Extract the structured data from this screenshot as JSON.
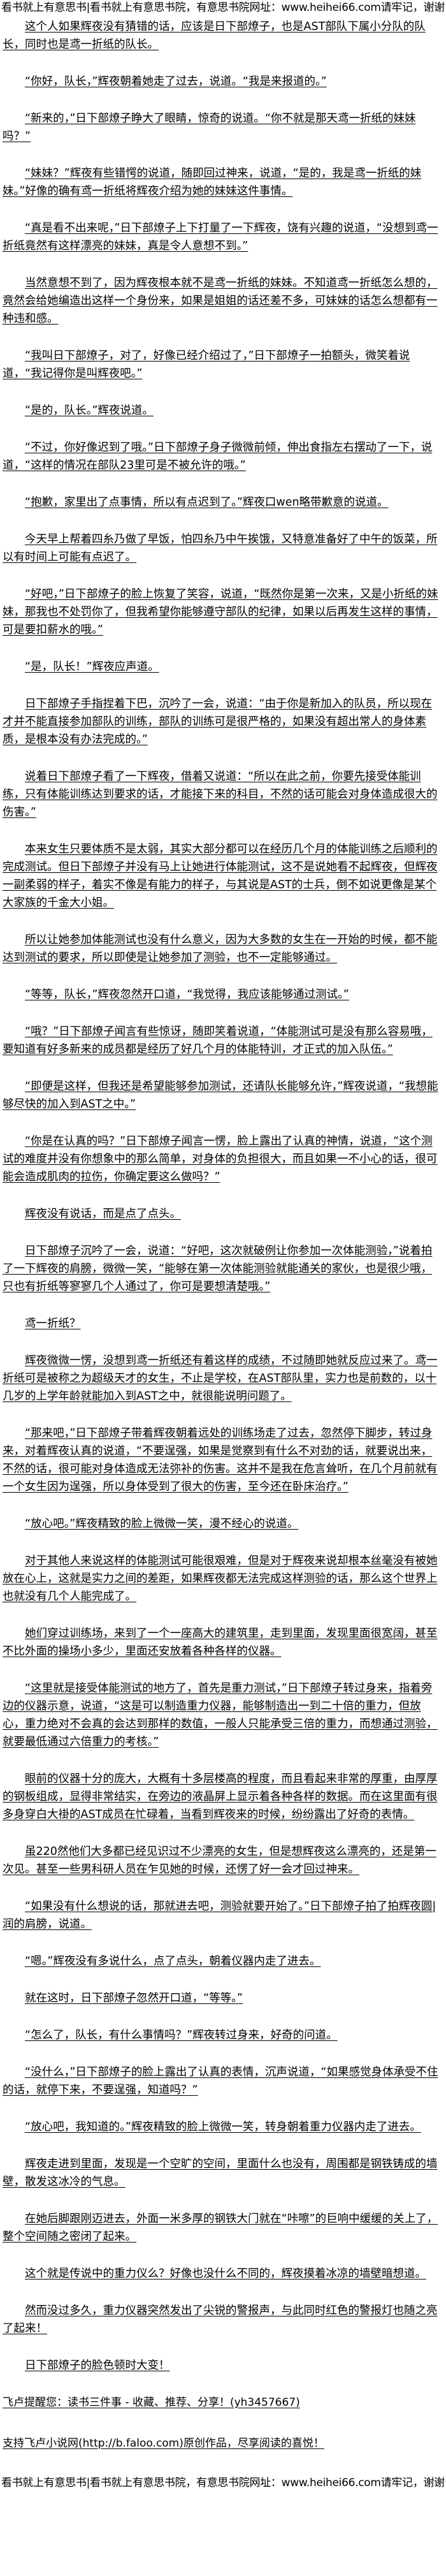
{
  "site_banner": "看书就上有意思书|看书就上有意思书院，有意思书院网址：www.heihei66.com请牢记，谢谢",
  "paragraphs": [
    "这个人如果辉夜没有猜错的话，应该是日下部燎子，也是AST部队下属小分队的队长，同时也是鸢一折纸的队长。",
    "“你好，队长，”辉夜朝着她走了过去，说道。“我是来报道的。”",
    "“新来的，”日下部燎子睁大了眼睛，惊奇的说道。“你不就是那天鸢一折纸的妹妹吗？”",
    "“妹妹？”辉夜有些错愕的说道，随即回过神来，说道，“是的，我是鸢一折纸的妹妹。”好像的确有鸢一折纸将辉夜介绍为她的妹妹这件事情。",
    "“真是看不出来呢，”日下部燎子上下打量了一下辉夜，饶有兴趣的说道，“没想到鸢一折纸竟然有这样漂亮的妹妹，真是令人意想不到。”",
    "当然意想不到了，因为辉夜根本就不是鸢一折纸的妹妹。不知道鸢一折纸怎么想的，竟然会给她编造出这样一个身份来，如果是姐姐的话还差不多，可妹妹的话怎么想都有一种违和感。",
    "“我叫日下部燎子，对了，好像已经介绍过了，”日下部燎子一拍额头，微笑着说道，“我记得你是叫辉夜吧。”",
    "“是的，队长。”辉夜说道。",
    "“不过，你好像迟到了哦。”日下部燎子身子微微前倾，伸出食指左右摆动了一下，说道，“这样的情况在部队23里可是不被允许的哦。”",
    "“抱歉，家里出了点事情，所以有点迟到了。”辉夜口wen略带歉意的说道。",
    "今天早上帮着四糸乃做了早饭，怕四糸乃中午挨饿，又特意准备好了中午的饭菜，所以有时间上可能有点迟了。",
    "“好吧，”日下部燎子的脸上恢复了笑容，说道，“既然你是第一次来，又是小折纸的妹妹，那我也不处罚你了，但我希望你能够遵守部队的纪律，如果以后再发生这样的事情，可是要扣薪水的哦。”",
    "“是，队长！”辉夜应声道。",
    "日下部燎子手指捏着下巴，沉吟了一会，说道：“由于你是新加入的队员，所以现在才并不能直接参加部队的训练，部队的训练可是很严格的，如果没有超出常人的身体素质，是根本没有办法完成的。”",
    "说着日下部燎子看了一下辉夜，借着又说道：“所以在此之前，你要先接受体能训练，只有体能训练达到要求的话，才能接下来的科目，不然的话可能会对身体造成很大的伤害。”",
    "本来女生只要体质不是太弱，其实大部分都可以在经历几个月的体能训练之后顺利的完成测试。但日下部燎子并没有马上让她进行体能测试，这不是说她看不起辉夜，但辉夜一副柔弱的样子，着实不像是有能力的样子，与其说是AST的士兵，倒不如说更像是某个大家族的千金大小姐。",
    "所以让她参加体能测试也没有什么意义，因为大多数的女生在一开始的时候，都不能达到测试的要求，所以即使是让她参加了测验，也不一定能够通过。",
    "“等等，队长，”辉夜忽然开口道，“我觉得，我应该能够通过测试。”",
    "“哦？”日下部燎子闻言有些惊讶，随即笑着说道，“体能测试可是没有那么容易哦，要知道有好多新来的成员都是经历了好几个月的体能特训，才正式的加入队伍。”",
    "“即便是这样，但我还是希望能够参加测试，还请队长能够允许，”辉夜说道，“我想能够尽快的加入到AST之中。”",
    "“你是在认真的吗？”日下部燎子闻言一愣，脸上露出了认真的神情，说道，“这个测试的难度并没有你想象中的那么简单，对身体的负担很大，而且如果一不小心的话，很可能会造成肌肉的拉伤，你确定要这么做吗？”",
    "辉夜没有说话，而是点了点头。",
    "日下部燎子沉吟了一会，说道：“好吧，这次就破例让你参加一次体能测验，”说着拍了一下辉夜的肩膀，微微一笑，“能够在第一次体能测验就能通关的家伙，也是很少哦，只也有折纸等寥寥几个人通过了，你可是要想清楚哦。”",
    "鸢一折纸？",
    "辉夜微微一愣，没想到鸢一折纸还有着这样的成绩，不过随即她就反应过来了。鸢一折纸可是被称之为超级天才的女生，不止是学校，在AST部队里，实力也是前数的，以十几岁的上学年龄就能加入到AST之中，就很能说明问题了。",
    "“那来吧，”日下部燎子带着辉夜朝着远处的训练场走了过去，忽然停下脚步，转过身来，对着辉夜认真的说道，“不要逞强，如果是觉察到有什么不对劲的话，就要说出来，不然的话，很可能对身体造成无法弥补的伤害。这并不是我在危言耸听，在几个月前就有一个女生因为逞强，所以身体受到了很大的伤害，至今还在卧床治疗。”",
    "“放心吧。”辉夜精致的脸上微微一笑，漫不经心的说道。",
    "对于其他人来说这样的体能测试可能很艰难，但是对于辉夜来说却根本丝毫没有被她放在心上，这就是实力之间的差距，如果辉夜都无法完成这样测验的话，那么这个世界上也就没有几个人能完成了。",
    "她们穿过训练场，来到了一个一座高大的建筑里，走到里面，发现里面很宽阔，甚至不比外面的操场小多少，里面还安放着各种各样的仪器。",
    "“这里就是接受体能测试的地方了，首先是重力测试，”日下部燎子转过身来，指着旁边的仪器示意，说道，“这是可以制造重力仪器，能够制造出一到二十倍的重力，但放心，重力绝对不会真的会达到那样的数值，一般人只能承受三倍的重力，而想通过测验，就要最低通过六倍重力的考核。”",
    "眼前的仪器十分的庞大，大概有十多层楼高的程度，而且看起来非常的厚重，由厚厚的钢板组成，显得非常结实，在旁边的液晶屏上显示着各种各样的数据。而在这里面有很多身穿白大褂的AST成员在忙碌着，当看到辉夜来的时候，纷纷露出了好奇的表情。",
    "虽220然他们大多都已经见识过不少漂亮的女生，但是想辉夜这么漂亮的，还是第一次见。甚至一些男科研人员在乍见她的时候，还愣了好一会才回过神来。",
    "“如果没有什么想说的话，那就进去吧，测验就要开始了。”日下部燎子拍了拍辉夜圆|润的肩膀，说道。",
    "“嗯。”辉夜没有多说什么，点了点头，朝着仪器内走了进去。",
    "就在这时，日下部燎子忽然开口道，“等等。”",
    "“怎么了，队长，有什么事情吗？”辉夜转过身来，好奇的问道。",
    "“没什么，”日下部燎子的脸上露出了认真的表情，沉声说道，“如果感觉身体承受不住的话，就停下来，不要逞强，知道吗？”",
    "“放心吧，我知道的。”辉夜精致的脸上微微一笑，转身朝着重力仪器内走了进去。",
    "辉夜走进到里面，发现是一个空旷的空间，里面什么也没有，周围都是钢铁铸成的墙壁，散发这冰冷的气息。",
    "在她后脚跟刚迈进去，外面一米多厚的钢铁大门就在“咔嚓”的巨响中缓缓的关上了，整个空间随之密闭了起来。",
    "这个就是传说中的重力仪么？好像也没什么不同的，辉夜摸着冰凉的墙壁暗想道。",
    "然而没过多久，重力仪器突然发出了尖锐的警报声，与此同时红色的警报灯也随之亮了起来！",
    "日下部燎子的脸色顿时大变！"
  ],
  "footer_notes": [
    "飞卢提醒您：读书三件事 - 收藏、推荐、分享！(yh3457667)",
    "支持飞卢小说网(http://b.faloo.com)原创作品，尽享阅读的喜悦！"
  ]
}
